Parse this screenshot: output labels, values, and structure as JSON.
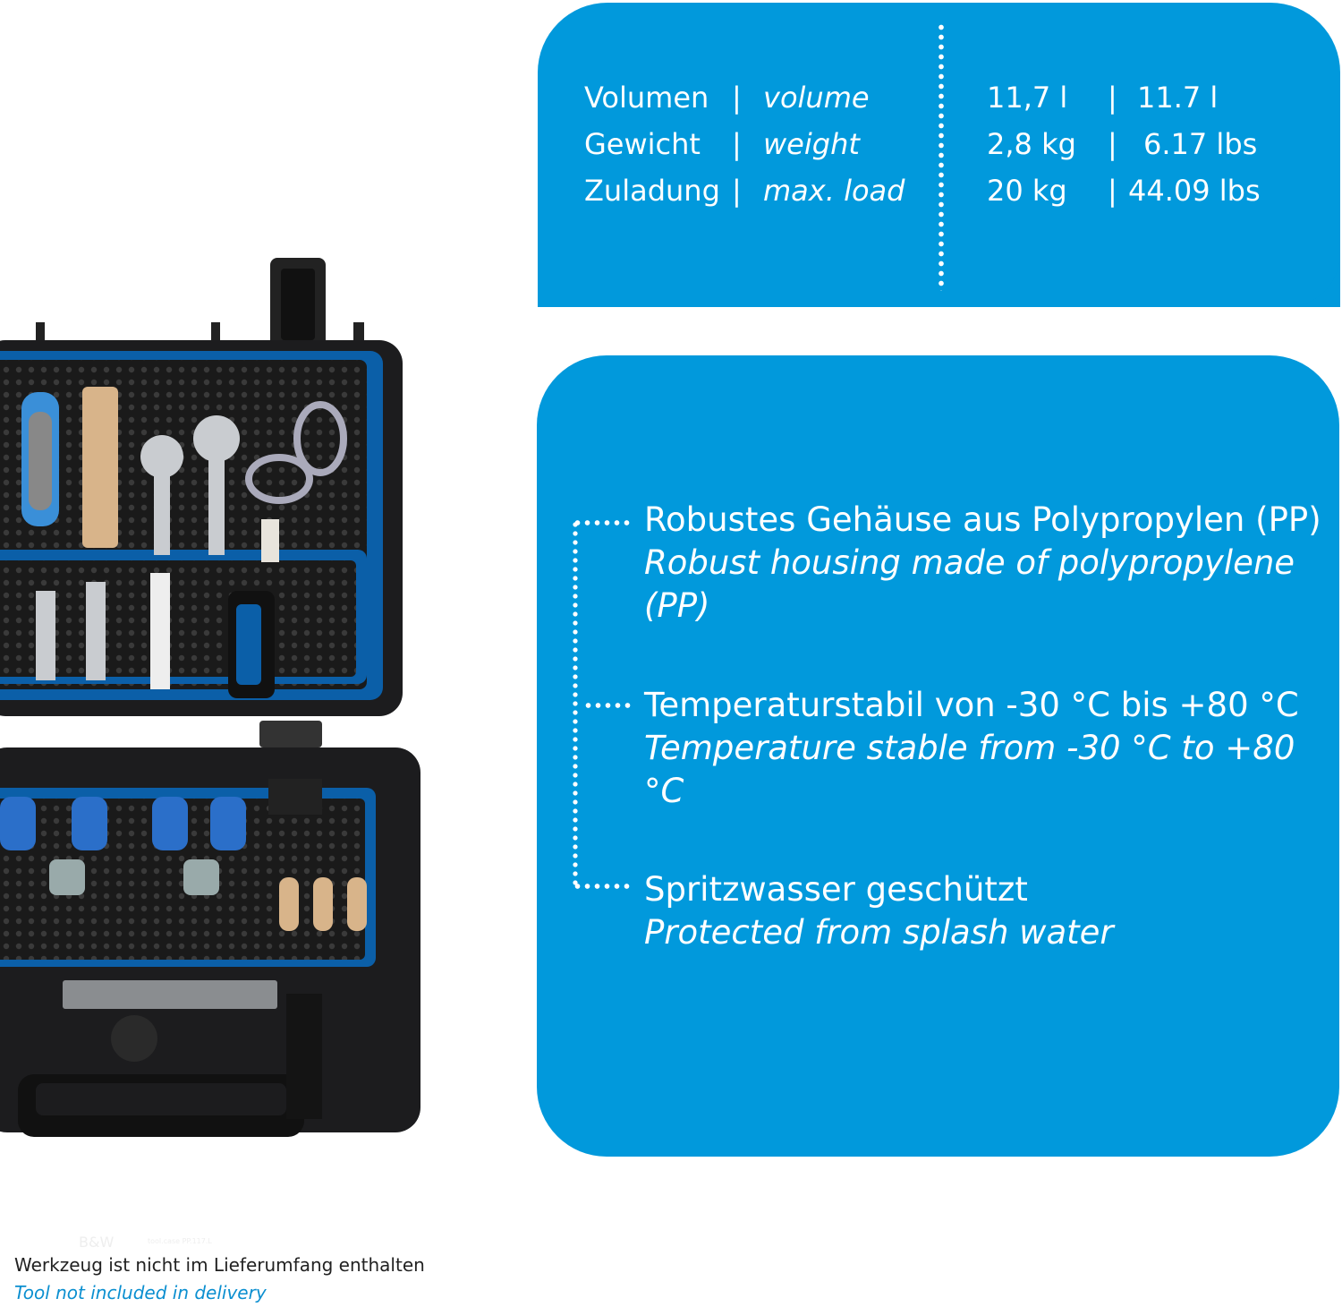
{
  "specs": {
    "rows": [
      {
        "label_de": "Volumen",
        "sep": "|",
        "label_en": "volume",
        "value_metric": "11,7 l",
        "sep2": "|",
        "value_imperial": "11.7 l"
      },
      {
        "label_de": "Gewicht",
        "sep": "|",
        "label_en": "weight",
        "value_metric": "2,8 kg",
        "sep2": "|",
        "value_imperial": "6.17 lbs"
      },
      {
        "label_de": "Zuladung",
        "sep": "|",
        "label_en": "max. load",
        "value_metric": "20 kg",
        "sep2": "|",
        "value_imperial": "44.09 lbs"
      }
    ]
  },
  "features": [
    {
      "de": "Robustes Gehäuse aus Polypropylen (PP)",
      "en_line1": "Robust housing made of polypropylene",
      "en_line2": "(PP)"
    },
    {
      "de": "Temperaturstabil von -30 °C bis +80 °C",
      "en_line1": "Temperature stable from -30 °C to +80 °C"
    },
    {
      "de": "Spritzwasser geschützt",
      "en_line1": "Protected from splash water"
    }
  ],
  "product": {
    "brand_label": "B&W",
    "model_label": "tool.case PP.117.L"
  },
  "footer": {
    "note_de": "Werkzeug ist nicht im Lieferumfang enthalten",
    "note_en": "Tool not included in delivery"
  },
  "colors": {
    "accent_blue": "#0199dc",
    "case_black": "#1c1c1e",
    "footer_blue": "#0b8fd0"
  }
}
